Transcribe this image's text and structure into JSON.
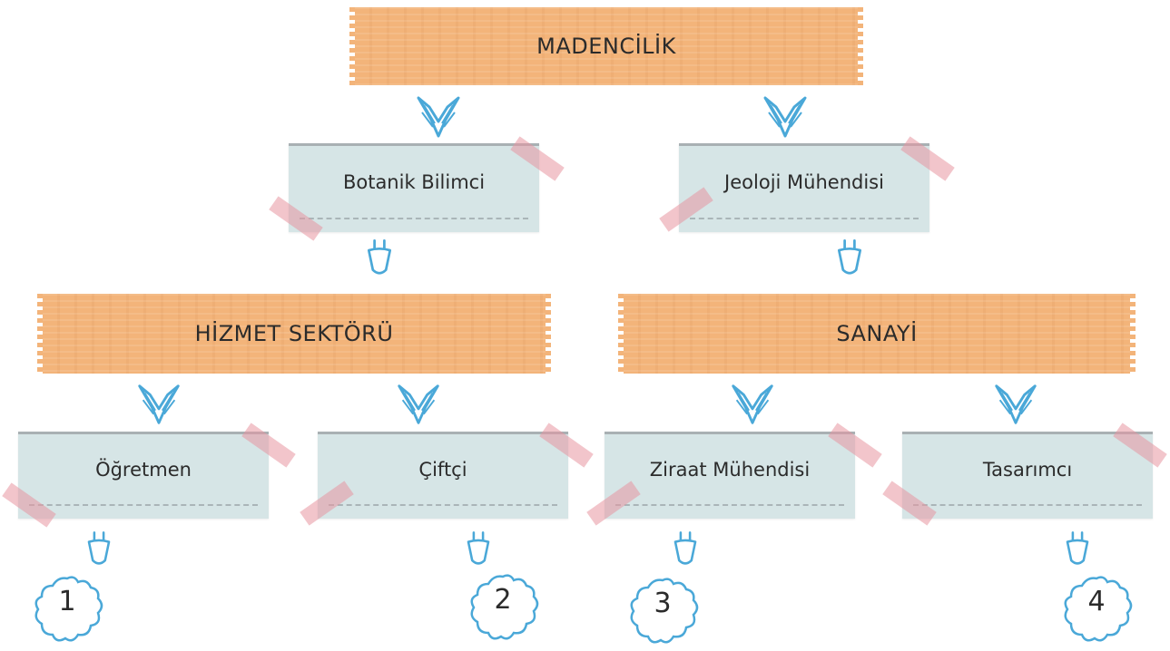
{
  "top": {
    "label": "MADENCİLİK"
  },
  "level2": [
    {
      "label": "Botanik Bilimci"
    },
    {
      "label": "Jeoloji Mühendisi"
    }
  ],
  "level3": [
    {
      "label": "HİZMET SEKTÖRÜ"
    },
    {
      "label": "SANAYİ"
    }
  ],
  "level4": [
    {
      "label": "Öğretmen"
    },
    {
      "label": "Çiftçi"
    },
    {
      "label": "Ziraat Mühendisi"
    },
    {
      "label": "Tasarımcı"
    }
  ],
  "badges": [
    "1",
    "2",
    "3",
    "4"
  ],
  "colors": {
    "banner": "#f3b47a",
    "card": "#d6e5e6",
    "arrow": "#4aa8d8",
    "tape": "#e896a0"
  }
}
